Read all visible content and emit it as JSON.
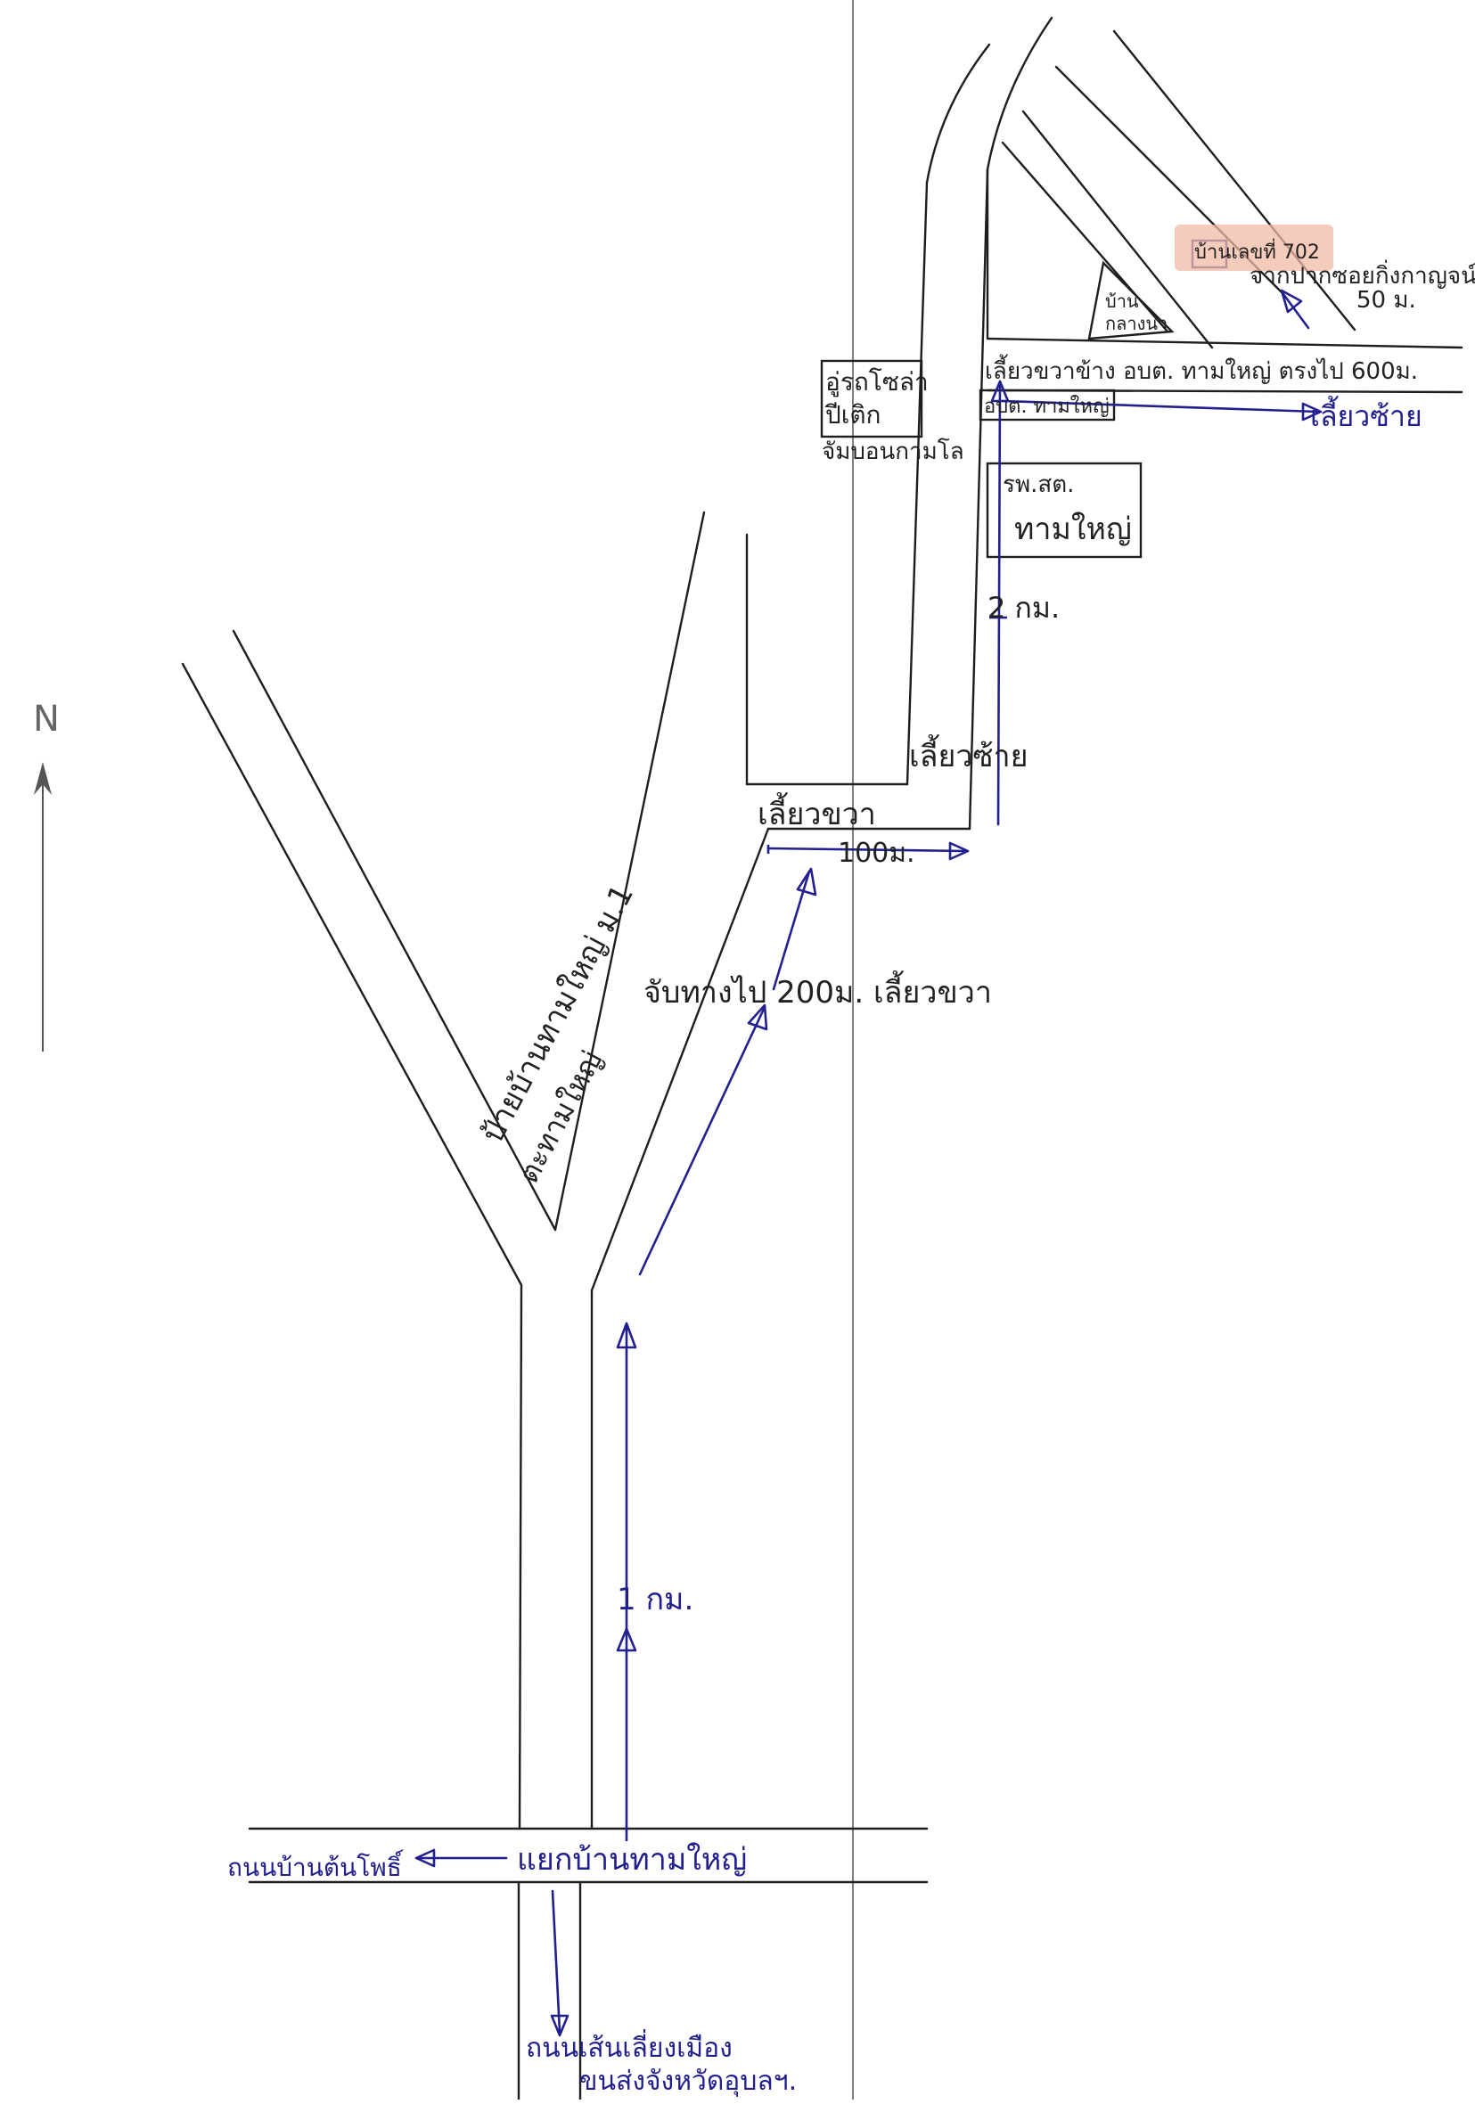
{
  "colors": {
    "pencil": "#1e1e1e",
    "pen_blue": "#22208f",
    "highlight": "#f2b9a6",
    "paper": "#ffffff",
    "fold_line": "#555555"
  },
  "north": {
    "label": "N"
  },
  "labels": {
    "junction_name": "แยกบ้านทามใหญ่",
    "to_ban_tam_pho": "ถนนบ้านต้นโพธิ์",
    "to_bypass_line1": "ถนนเส้นเลี่ยงเมือง",
    "to_bypass_line2": "ขนส่งจังหวัดอุบลฯ.",
    "one_km": "1 กม.",
    "village_sign_line1": "ป้ายบ้านทามใหญ่ ม.1",
    "village_sign_line2": "ตะทามใหญ่",
    "continue_straight": "จับทางไป 200ม. เลี้ยวขวา",
    "turn_right": "เลี้ยวขวา",
    "hundred_m": "100ม.",
    "turn_left_1": "เลี้ยวซ้าย",
    "two_km": "2 กม.",
    "hospital_line1": "รพ.สต.",
    "hospital_line2": "ทามใหญ่",
    "shop_line1": "อู่รถโซล่า",
    "shop_line2": "ปีเติก",
    "shop_line3": "จัมบอนกามโล",
    "turn_right_at_office": "เลี้ยวขวาข้าง อบต. ทามใหญ่ ตรงไป 600ม.",
    "office_sign": "อบต. ทามใหญ่",
    "turn_left_2": "เลี้ยวซ้าย",
    "house_line1": "บ้าน",
    "house_line2": "กลางนา",
    "target_house": "บ้านเลขที่ 702",
    "target_note_line1": "จากปากซอยกิ่งกาญจน์",
    "target_note_line2": "50 ม."
  }
}
